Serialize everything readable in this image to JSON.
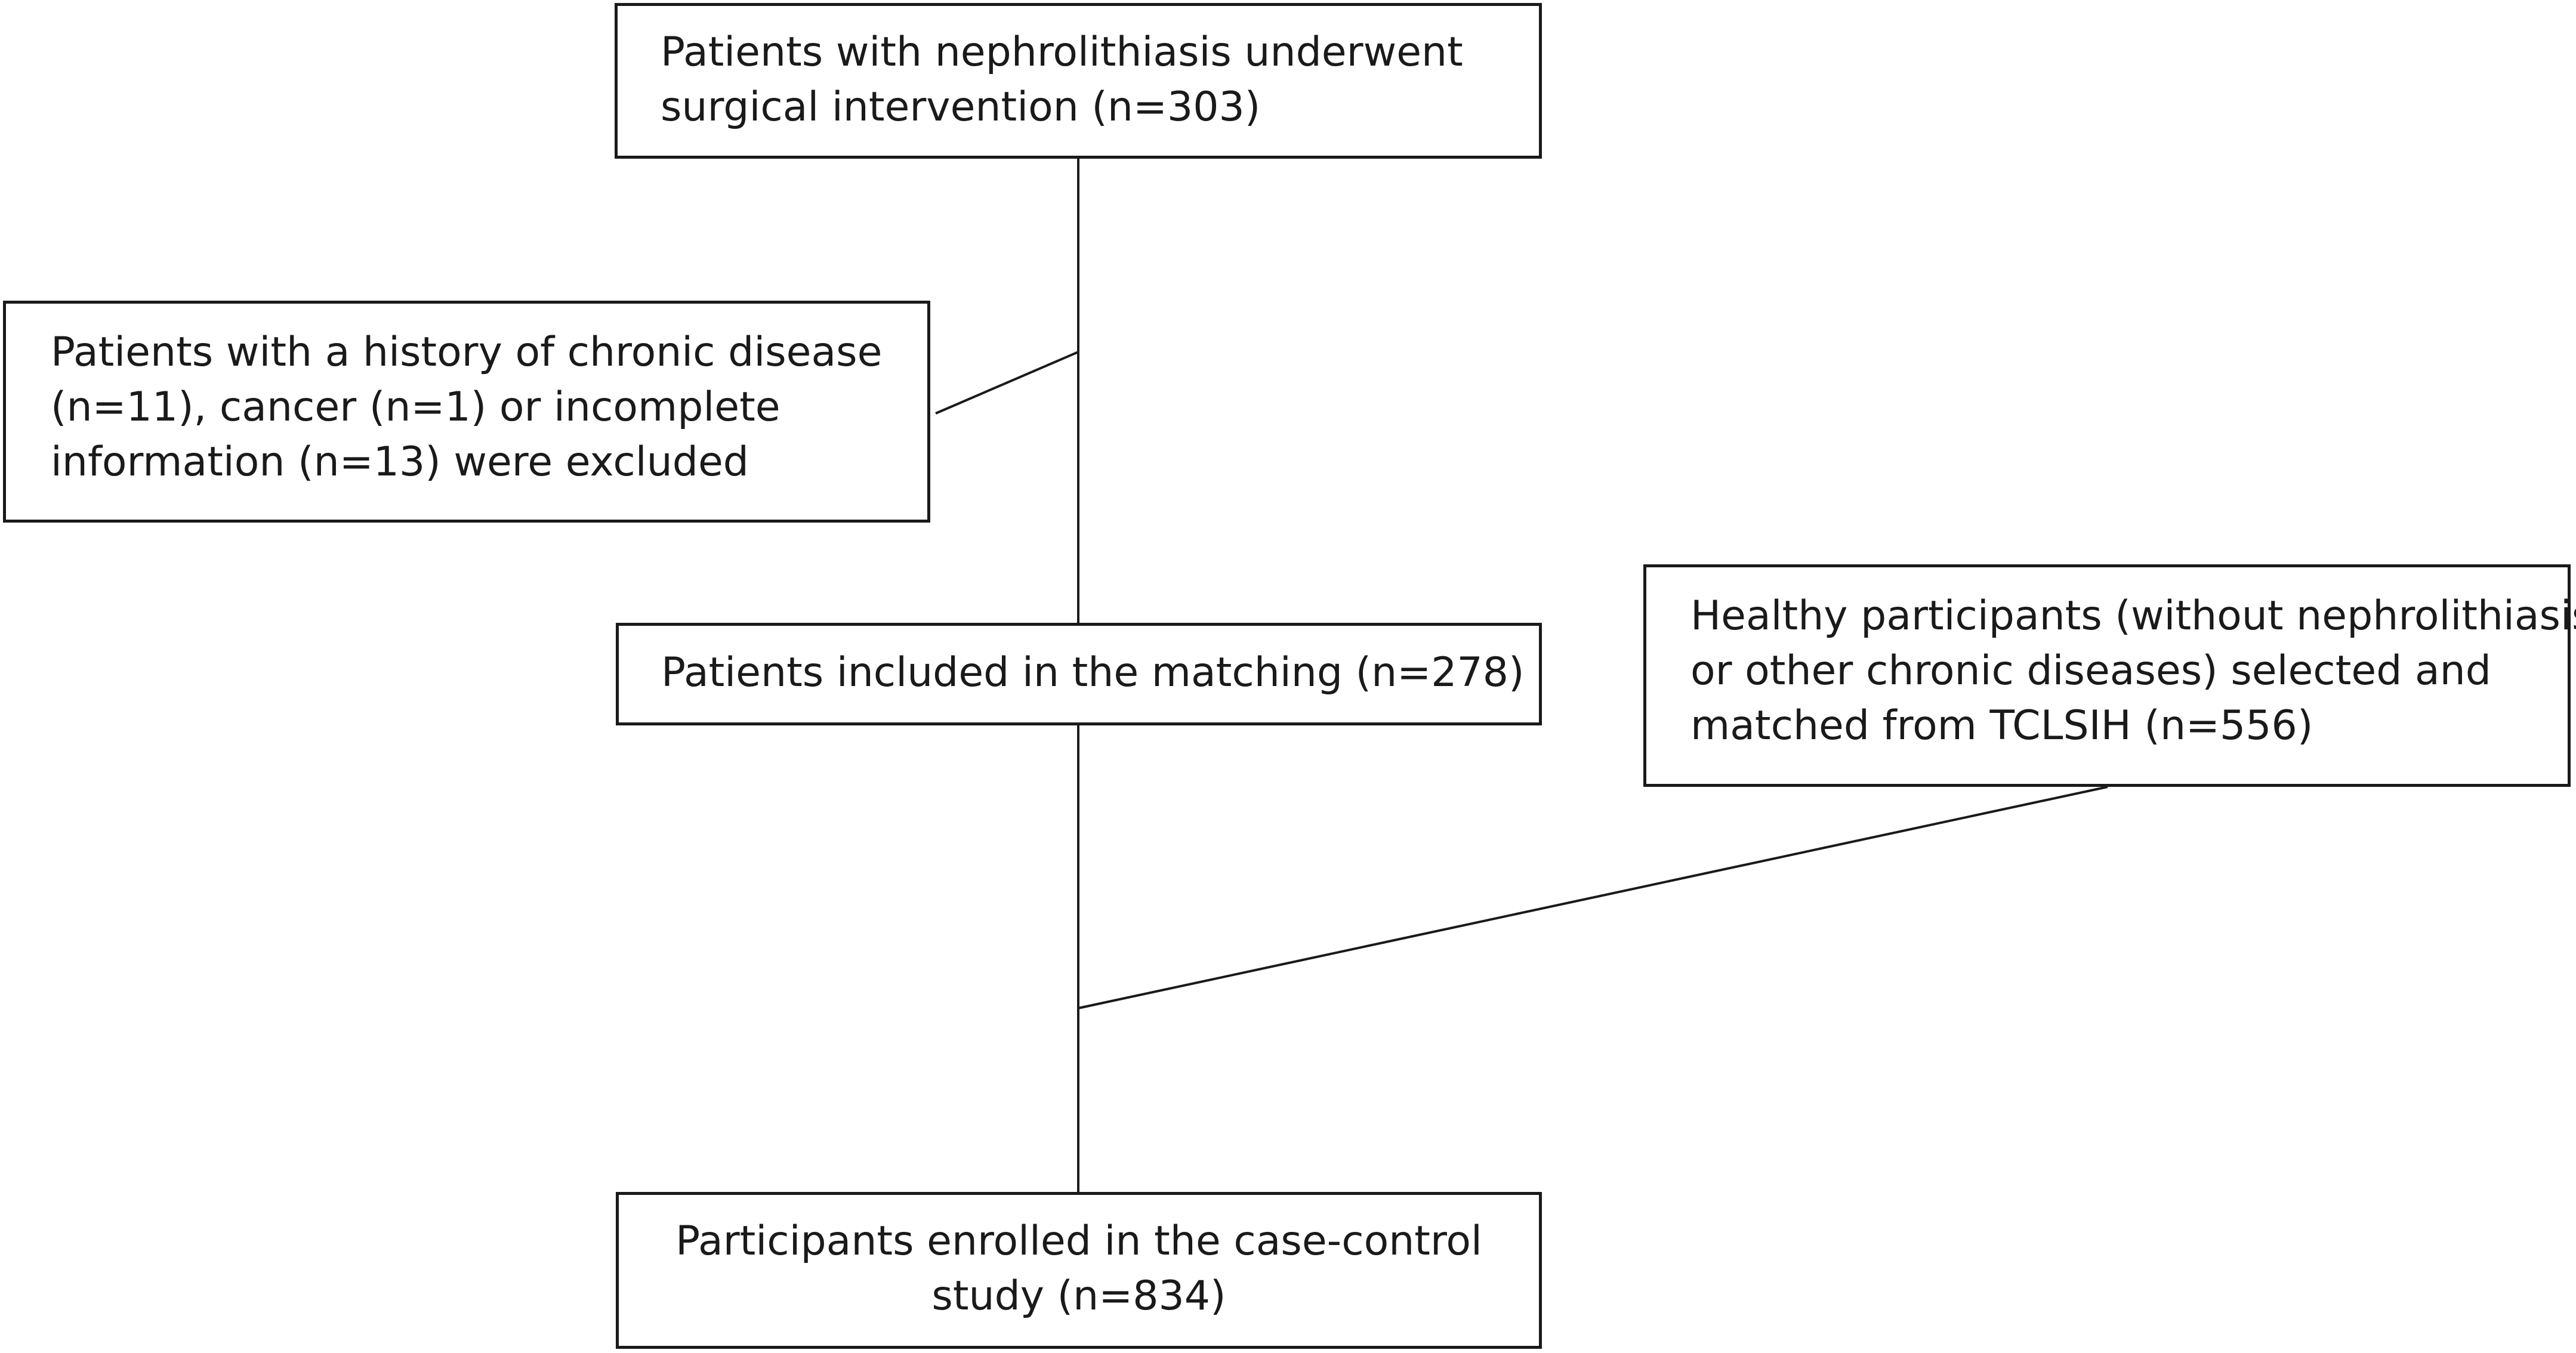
{
  "flowchart": {
    "initial": {
      "line1": "Patients with nephrolithiasis underwent",
      "line2": "surgical intervention (n=303)"
    },
    "excluded": {
      "line1": "Patients with a history of chronic disease",
      "line2": "(n=11), cancer (n=1) or incomplete",
      "line3": "information (n=13) were excluded"
    },
    "matching": {
      "line1": "Patients included in the matching  (n=278)"
    },
    "healthy": {
      "line1": "Healthy participants (without nephrolithiasis",
      "line2": "or other chronic diseases) selected and",
      "line3": "matched from TCLSIH (n=556)"
    },
    "final": {
      "line1": "Participants enrolled in the case-control",
      "line2": "study (n=834)"
    }
  }
}
